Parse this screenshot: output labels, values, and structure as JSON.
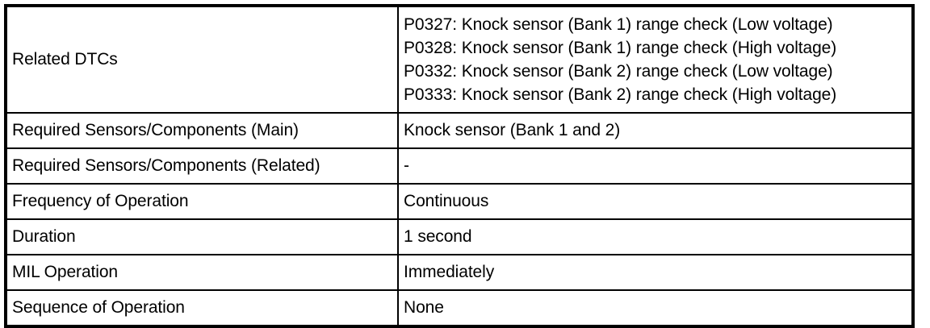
{
  "table": {
    "rows": [
      {
        "label": "Related DTCs",
        "type": "multiline",
        "values": [
          "P0327: Knock sensor (Bank 1) range check (Low voltage)",
          "P0328: Knock sensor (Bank 1) range check (High voltage)",
          "P0332: Knock sensor (Bank 2) range check (Low voltage)",
          "P0333: Knock sensor (Bank 2) range check (High voltage)"
        ]
      },
      {
        "label": "Required Sensors/Components (Main)",
        "type": "single",
        "value": "Knock sensor (Bank 1 and 2)"
      },
      {
        "label": "Required Sensors/Components (Related)",
        "type": "single",
        "value": "-"
      },
      {
        "label": "Frequency of Operation",
        "type": "single",
        "value": "Continuous"
      },
      {
        "label": "Duration",
        "type": "single",
        "value": "1 second"
      },
      {
        "label": "MIL Operation",
        "type": "single",
        "value": "Immediately"
      },
      {
        "label": "Sequence of Operation",
        "type": "single",
        "value": "None"
      }
    ]
  },
  "colors": {
    "border": "#000000",
    "text": "#000000",
    "background": "#ffffff"
  }
}
